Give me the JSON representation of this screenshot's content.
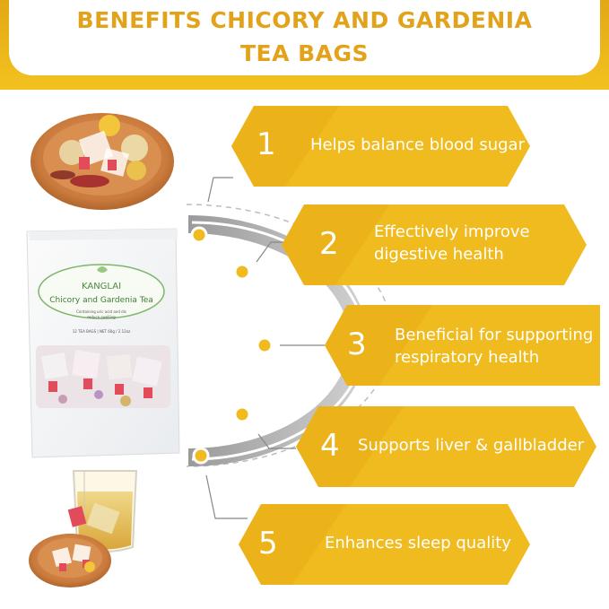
{
  "title": {
    "line1": "BENEFITS CHICORY AND GARDENIA",
    "line2": "TEA BAGS"
  },
  "colors": {
    "gold": "#f0bb1f",
    "gold_dark": "#d99f12",
    "title": "#e2a21a"
  },
  "package": {
    "brand": "KANGLAI",
    "name": "Chicory and Gardenia Tea",
    "tagline_1": "Containing uric acid and dis",
    "tagline_2": "reduce swelling",
    "net": "12 TEA BAGS | NET 60g / 2.12oz"
  },
  "benefits": [
    {
      "num": "1",
      "line1": "Helps balance blood sugar",
      "line2": ""
    },
    {
      "num": "2",
      "line1": "Effectively improve",
      "line2": "digestive health"
    },
    {
      "num": "3",
      "line1": "Beneficial for supporting",
      "line2": "respiratory health"
    },
    {
      "num": "4",
      "line1": "Supports liver & gallbladder",
      "line2": ""
    },
    {
      "num": "5",
      "line1": "Enhances sleep quality",
      "line2": ""
    }
  ]
}
